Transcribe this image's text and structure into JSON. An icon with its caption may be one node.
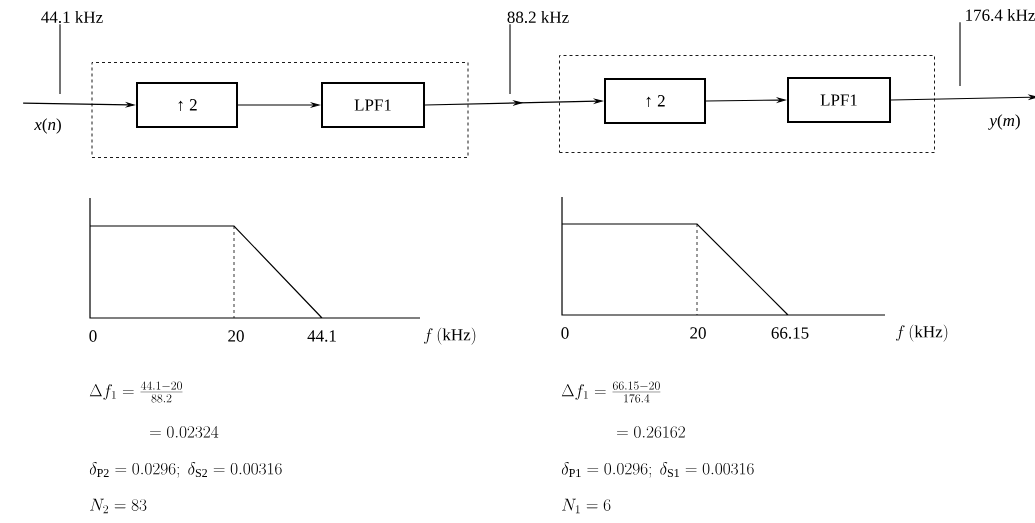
{
  "diagram": {
    "nodes": [
      {
        "text": [],
        "shape": "box"
      },
      {
        "text": [
          "↑ 2"
        ],
        "in": 0
      },
      {
        "text": [
          "LPF1"
        ],
        "in": 0
      },
      {
        "text": [],
        "shape": "box"
      },
      {
        "text": [
          "↑ 2"
        ],
        "in": 3
      },
      {
        "text": [
          "LPF1"
        ],
        "in": 3
      },
      {
        "text": [
          "44.1 kHz"
        ]
      },
      {
        "text": [
          "88.2 kHz"
        ]
      },
      {
        "text": [
          "176.4 kHz"
        ]
      },
      {
        "text": [
          "*x*(*n*)"
        ]
      },
      {
        "text": [
          "*y*(*m*)"
        ]
      }
    ],
    "edges": [
      {
        "from": 9,
        "to": 1,
        "arrow": "to"
      },
      {
        "from": 1,
        "to": 2,
        "arrow": "to"
      },
      {
        "from": 2,
        "to": 4,
        "arrow": "to"
      },
      {
        "from": 4,
        "to": 5,
        "arrow": "to"
      },
      {
        "from": 5,
        "to": 10,
        "arrow": "to"
      },
      {
        "from": 6,
        "to": null,
        "arrow": "none"
      },
      {
        "from": 7,
        "to": null,
        "arrow": "none"
      },
      {
        "from": 8,
        "to": null,
        "arrow": "none"
      }
    ],
    "labels": [
      "0",
      "20",
      "44.1",
      "f\\,(\\mathrm{kHz})",
      "0",
      "20",
      "66.15",
      "f\\,(\\mathrm{kHz})",
      "\\Delta f_1 = \\frac{44.1-20}{88.2}",
      "\\Delta f_1 = \\frac{66.15-20}{176.4}",
      "= 0.02324",
      "= 0.26162",
      "\\delta_{\\mathrm{P2}} = 0.0296;\\ \\delta_{\\mathrm{S2}} = 0.00316",
      "\\delta_{\\mathrm{P1}} = 0.0296;\\ \\delta_{\\mathrm{S1}} = 0.00316",
      "N_2 = 83",
      "N_1 = 6"
    ]
  }
}
